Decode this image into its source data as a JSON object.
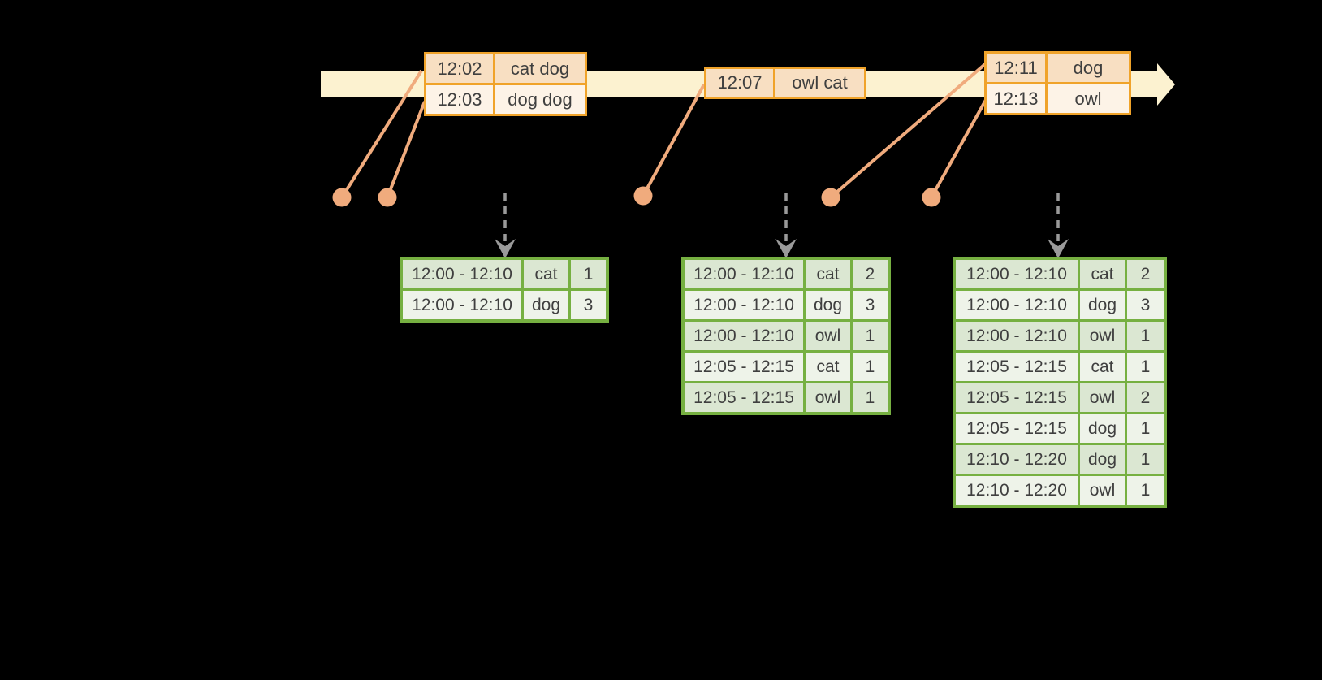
{
  "colors": {
    "background": "#000000",
    "timeline_band": "#FCF2D0",
    "event_border": "#F0A32A",
    "event_row_dark": "#F8DFC2",
    "event_row_light": "#FDF3E7",
    "connector": "#F0AB7D",
    "result_border": "#76B041",
    "result_row_dark": "#DBE7D2",
    "result_row_light": "#EEF3E9",
    "trigger_arrow": "#9A9A9A",
    "text": "#3F3F3F"
  },
  "event_tables": [
    {
      "rows": [
        {
          "time": "12:02",
          "words": "cat dog"
        },
        {
          "time": "12:03",
          "words": "dog dog"
        }
      ]
    },
    {
      "rows": [
        {
          "time": "12:07",
          "words": "owl cat"
        }
      ]
    },
    {
      "rows": [
        {
          "time": "12:11",
          "words": "dog"
        },
        {
          "time": "12:13",
          "words": "owl"
        }
      ]
    }
  ],
  "result_tables": [
    {
      "rows": [
        {
          "window": "12:00 - 12:10",
          "word": "cat",
          "count": "1"
        },
        {
          "window": "12:00 - 12:10",
          "word": "dog",
          "count": "3"
        }
      ]
    },
    {
      "rows": [
        {
          "window": "12:00 - 12:10",
          "word": "cat",
          "count": "2"
        },
        {
          "window": "12:00 - 12:10",
          "word": "dog",
          "count": "3"
        },
        {
          "window": "12:00 - 12:10",
          "word": "owl",
          "count": "1"
        },
        {
          "window": "12:05 - 12:15",
          "word": "cat",
          "count": "1"
        },
        {
          "window": "12:05 - 12:15",
          "word": "owl",
          "count": "1"
        }
      ]
    },
    {
      "rows": [
        {
          "window": "12:00 - 12:10",
          "word": "cat",
          "count": "2"
        },
        {
          "window": "12:00 - 12:10",
          "word": "dog",
          "count": "3"
        },
        {
          "window": "12:00 - 12:10",
          "word": "owl",
          "count": "1"
        },
        {
          "window": "12:05 - 12:15",
          "word": "cat",
          "count": "1"
        },
        {
          "window": "12:05 - 12:15",
          "word": "owl",
          "count": "2"
        },
        {
          "window": "12:05 - 12:15",
          "word": "dog",
          "count": "1"
        },
        {
          "window": "12:10 - 12:20",
          "word": "dog",
          "count": "1"
        },
        {
          "window": "12:10 - 12:20",
          "word": "owl",
          "count": "1"
        }
      ]
    }
  ]
}
